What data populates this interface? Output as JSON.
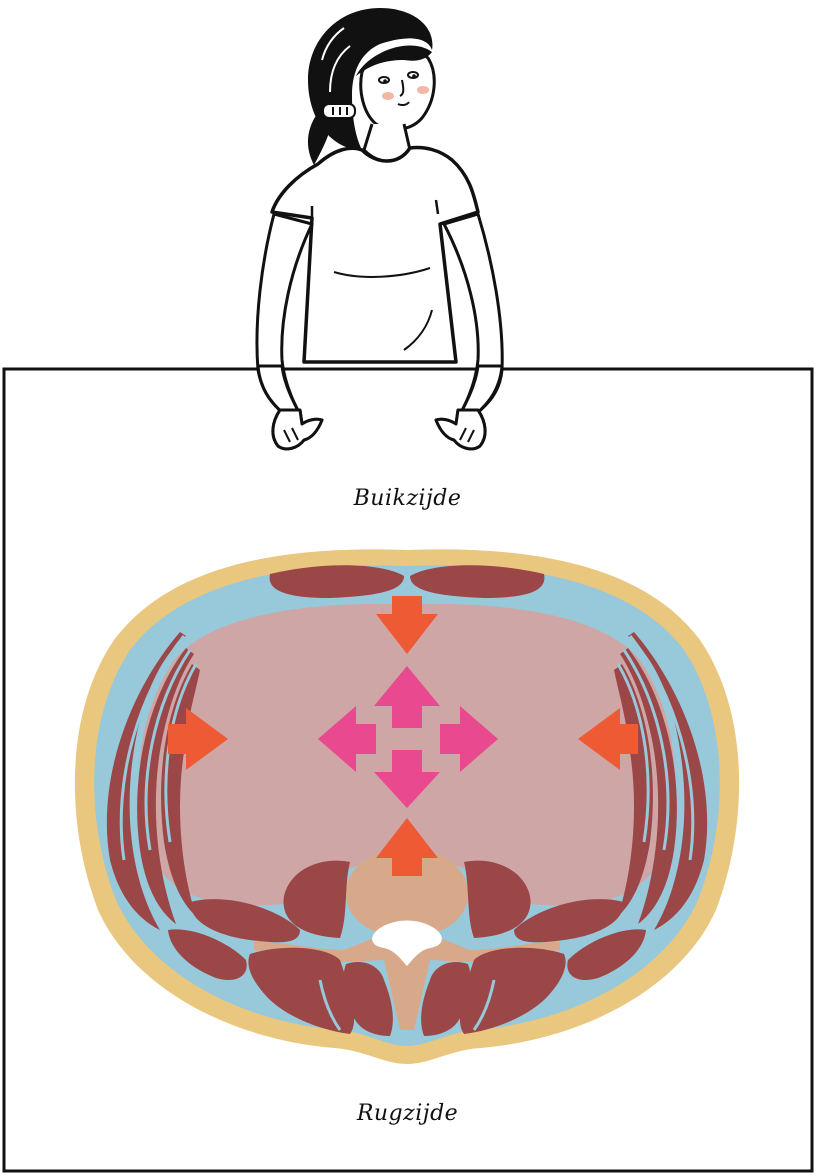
{
  "labels": {
    "front": "Buikzijde",
    "back": "Rugzijde"
  },
  "colors": {
    "fat": "#EAC77E",
    "fascia": "#97C9DB",
    "muscle": "#9B4647",
    "abdominal_cavity": "#CFA6A6",
    "bone": "#D7A98A",
    "spinal_canal": "#FFFFFF",
    "outer_pressure_arrows": "#EE5A33",
    "inner_pressure_arrows": "#E9498F",
    "outline": "#111111",
    "cheeks": "#F2B7A5"
  },
  "icons": {
    "person": "woman-illustration",
    "inward_arrow": "arrow-icon",
    "outward_arrow": "arrow-icon"
  }
}
